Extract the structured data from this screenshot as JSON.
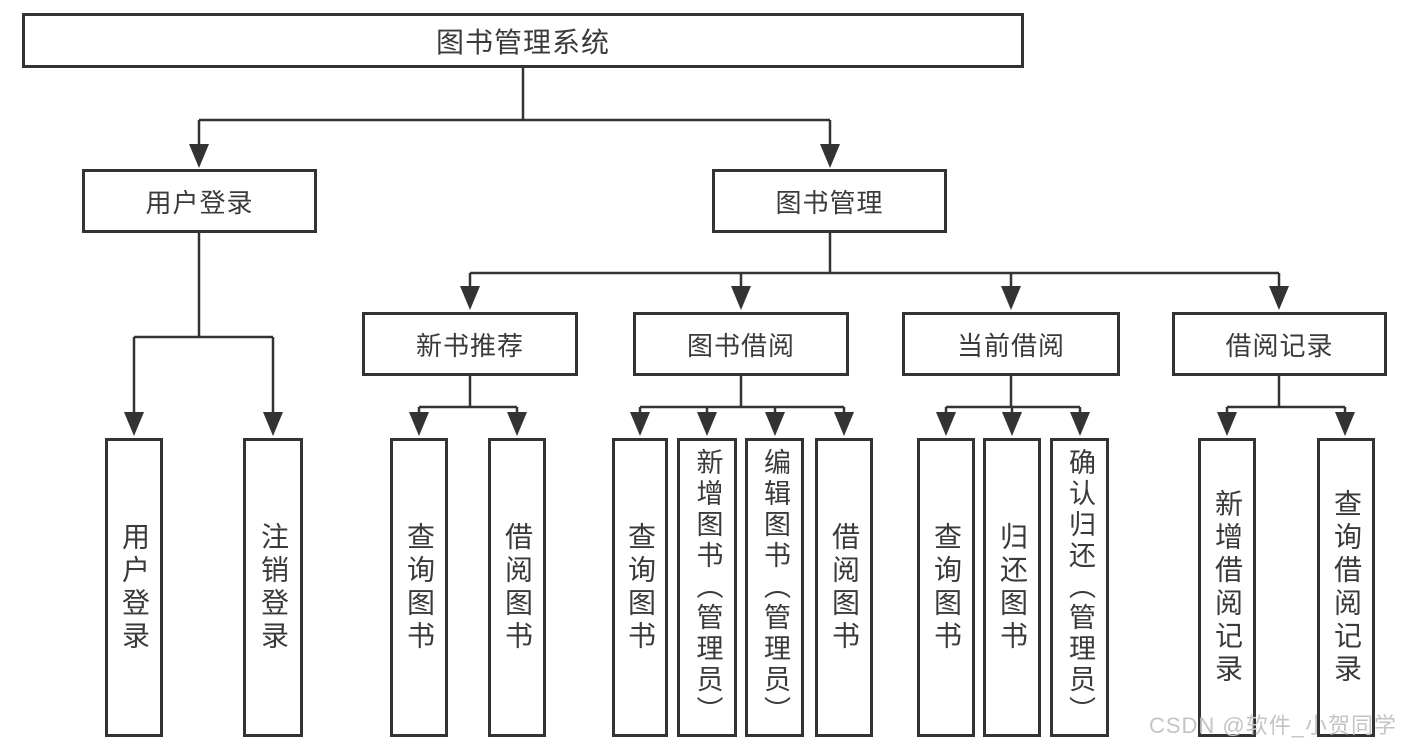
{
  "nodes": {
    "root": "图书管理系统",
    "user_login": "用户登录",
    "book_management": "图书管理",
    "user_login_children": [
      "用户登录",
      "注销登录"
    ],
    "level3": [
      "新书推荐",
      "图书借阅",
      "当前借阅",
      "借阅记录"
    ],
    "new_book_children": [
      "查询图书",
      "借阅图书"
    ],
    "book_borrow_children": [
      "查询图书",
      "新增图书（管理员）",
      "编辑图书（管理员）",
      "借阅图书"
    ],
    "current_borrow_children": [
      "查询图书",
      "归还图书",
      "确认归还（管理员）"
    ],
    "borrow_record_children": [
      "新增借阅记录",
      "查询借阅记录"
    ]
  },
  "watermark": "CSDN @软件_小贺同学",
  "colors": {
    "node_border": "#333333",
    "connector_line": "#333333",
    "text": "#3a3a3a",
    "watermark": "#c4c4c4",
    "background": "#ffffff"
  }
}
